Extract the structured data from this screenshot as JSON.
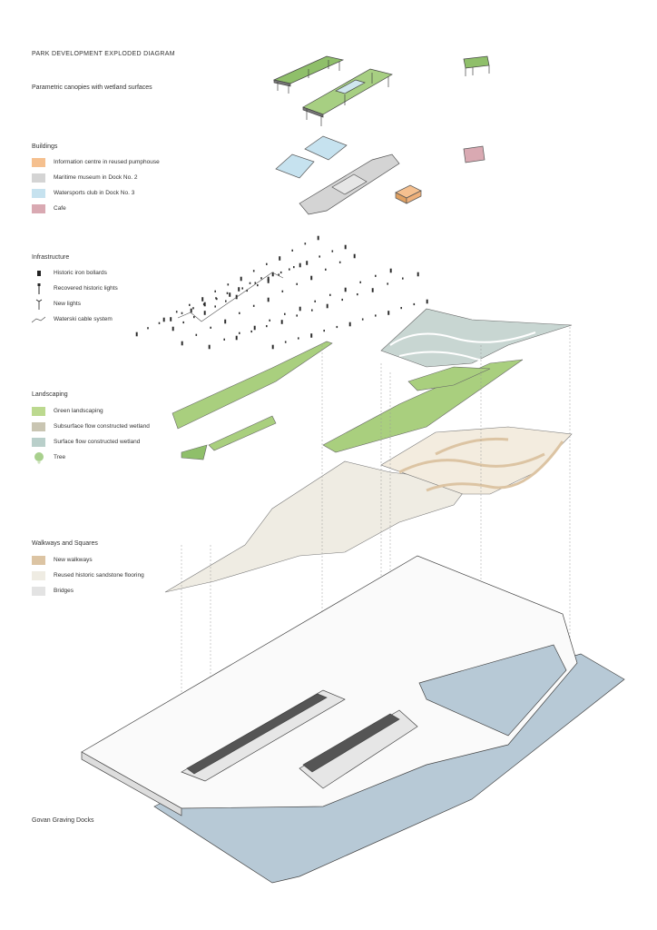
{
  "title": "PARK DEVELOPMENT EXPLODED DIAGRAM",
  "canopies": {
    "label": "Parametric canopies with wetland surfaces"
  },
  "buildings": {
    "heading": "Buildings",
    "items": [
      {
        "label": "Information centre in reused pumphouse",
        "color": "#f5c08f"
      },
      {
        "label": "Maritime museum in Dock No. 2",
        "color": "#d4d4d4"
      },
      {
        "label": "Watersports club in Dock No. 3",
        "color": "#c6e2ef"
      },
      {
        "label": "Cafe",
        "color": "#d9a9b2"
      }
    ]
  },
  "infrastructure": {
    "heading": "Infrastructure",
    "items": [
      {
        "label": "Historic iron bollards",
        "icon": "bollard-icon"
      },
      {
        "label": "Recovered historic lights",
        "icon": "historic-light-icon"
      },
      {
        "label": "New lights",
        "icon": "new-light-icon"
      },
      {
        "label": "Waterski cable system",
        "icon": "cable-icon"
      }
    ]
  },
  "landscaping": {
    "heading": "Landscaping",
    "items": [
      {
        "label": "Green landscaping",
        "color": "#bcd98f"
      },
      {
        "label": "Subsurface flow constructed wetland",
        "color": "#c9c5b2"
      },
      {
        "label": "Surface flow constructed wetland",
        "color": "#b9cfca"
      },
      {
        "label": "Tree",
        "icon": "tree-icon",
        "color": "#a8d08d"
      }
    ]
  },
  "walkways": {
    "heading": "Walkways and Squares",
    "items": [
      {
        "label": "New walkways",
        "color": "#dcc4a3"
      },
      {
        "label": "Reused historic sandstone flooring",
        "color": "#efece3"
      },
      {
        "label": "Bridges",
        "color": "#e3e3e3"
      }
    ]
  },
  "site": {
    "label": "Govan Graving Docks"
  },
  "colors": {
    "water": "#b7c9d6",
    "green": "#a9cf7e",
    "wetland_grey": "#b8c6c3",
    "ground": "#ffffff",
    "line": "#444444"
  }
}
